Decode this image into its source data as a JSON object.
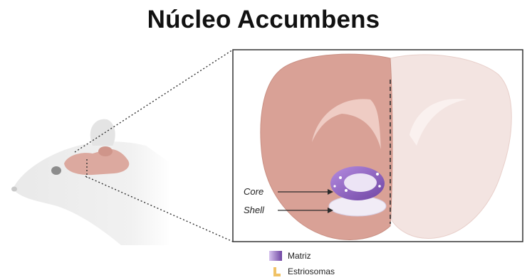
{
  "title": "Núcleo Accumbens",
  "labels": {
    "core": "Core",
    "shell": "Shell"
  },
  "legend": [
    {
      "label": "Matriz",
      "swatch": "matrix-swatch",
      "color": "#8e63b8"
    },
    {
      "label": "Estriosomas",
      "swatch": "striosome-swatch",
      "color": "#f0c266"
    }
  ],
  "colors": {
    "left_hemisphere": "#d9a196",
    "right_hemisphere": "#f2e2df",
    "core": "#9a6cc7",
    "shell": "#e8e0f0",
    "rat_body": "#eeeeee",
    "rat_brain": "#d9a196"
  }
}
